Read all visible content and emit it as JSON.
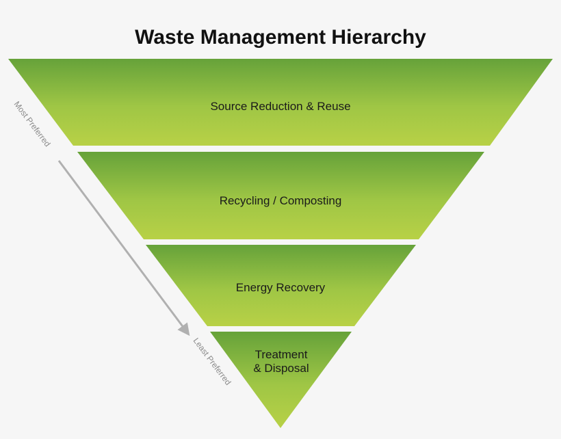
{
  "title": "Waste Management Hierarchy",
  "levels": [
    {
      "label": "Source Reduction & Reuse"
    },
    {
      "label": "Recycling / Composting"
    },
    {
      "label": "Energy Recovery"
    },
    {
      "label_line1": "Treatment",
      "label_line2": "& Disposal"
    }
  ],
  "arrow": {
    "start_label": "Most Preferred",
    "end_label": "Least Preferred"
  },
  "colors": {
    "top": "#66a23a",
    "bottom": "#b8d146",
    "arrow": "#b0b0b0",
    "background": "#f6f6f6"
  }
}
